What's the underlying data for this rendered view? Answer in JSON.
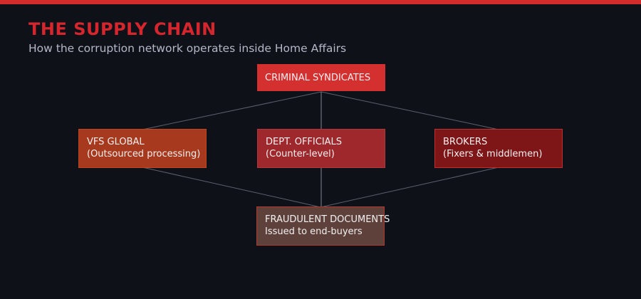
{
  "header": {
    "title": "THE SUPPLY CHAIN",
    "subtitle": "How the corruption network operates inside Home Affairs"
  },
  "colors": {
    "background": "#0e1118",
    "top_bar": "#d32b2b",
    "title_red": "#d4262c",
    "subtitle_gray": "#b4b8c7",
    "node_syndicates_fill": "#d53030",
    "node_vfs_fill": "#a73a1e",
    "node_dept_fill": "#9e282c",
    "node_brokers_fill": "#7e1517",
    "node_fraud_fill": "#5e413b",
    "node_fraud_border": "#b5362a",
    "edge_line": "#9fa2b0"
  },
  "diagram": {
    "nodes": {
      "criminal_syndicates": {
        "label": "CRIMINAL SYNDICATES",
        "sublabel": ""
      },
      "vfs_global": {
        "label": "VFS GLOBAL",
        "sublabel": "(Outsourced processing)"
      },
      "dept_officials": {
        "label": "DEPT. OFFICIALS",
        "sublabel": "(Counter-level)"
      },
      "brokers": {
        "label": "BROKERS",
        "sublabel": "(Fixers & middlemen)"
      },
      "fraudulent_documents": {
        "label": "FRAUDULENT DOCUMENTS",
        "sublabel": "Issued to end-buyers"
      }
    },
    "edges": [
      {
        "from": "criminal_syndicates",
        "to": "vfs_global"
      },
      {
        "from": "criminal_syndicates",
        "to": "dept_officials"
      },
      {
        "from": "criminal_syndicates",
        "to": "brokers"
      },
      {
        "from": "vfs_global",
        "to": "fraudulent_documents"
      },
      {
        "from": "dept_officials",
        "to": "fraudulent_documents"
      },
      {
        "from": "brokers",
        "to": "fraudulent_documents"
      }
    ]
  }
}
